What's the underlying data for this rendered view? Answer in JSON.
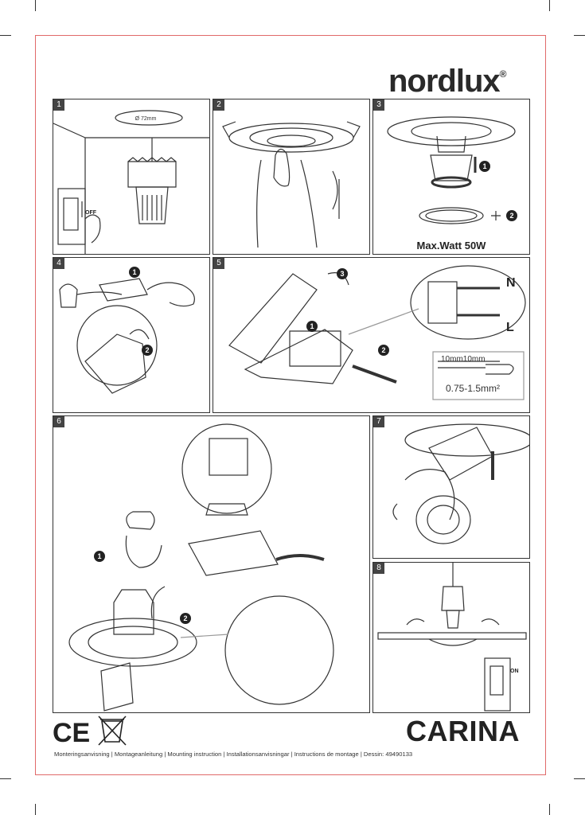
{
  "brand": {
    "name": "nordlux",
    "mark": "®"
  },
  "product": {
    "name": "CARINA"
  },
  "steps": [
    {
      "number": "1",
      "hole_label": "Ø 72mm",
      "switch_label": "OFF"
    },
    {
      "number": "2"
    },
    {
      "number": "3",
      "max_watt": "Max.Watt 50W",
      "callouts": [
        "1",
        "2"
      ]
    },
    {
      "number": "4",
      "callouts": [
        "1",
        "2"
      ]
    },
    {
      "number": "5",
      "callouts": [
        "1",
        "2",
        "3"
      ],
      "terminal_n": "N",
      "terminal_l": "L",
      "strip_label": "10mm10mm",
      "wire_size": "0.75-1.5mm²"
    },
    {
      "number": "6",
      "callouts": [
        "1",
        "2"
      ]
    },
    {
      "number": "7"
    },
    {
      "number": "8",
      "switch_label": "ON"
    }
  ],
  "footer": {
    "text": "Monteringsanvisning | Montageanleitung | Mounting instruction | Installationsanvisningar | Instructions de montage | Dessin: 49490133"
  },
  "compliance": {
    "ce": "CE"
  }
}
